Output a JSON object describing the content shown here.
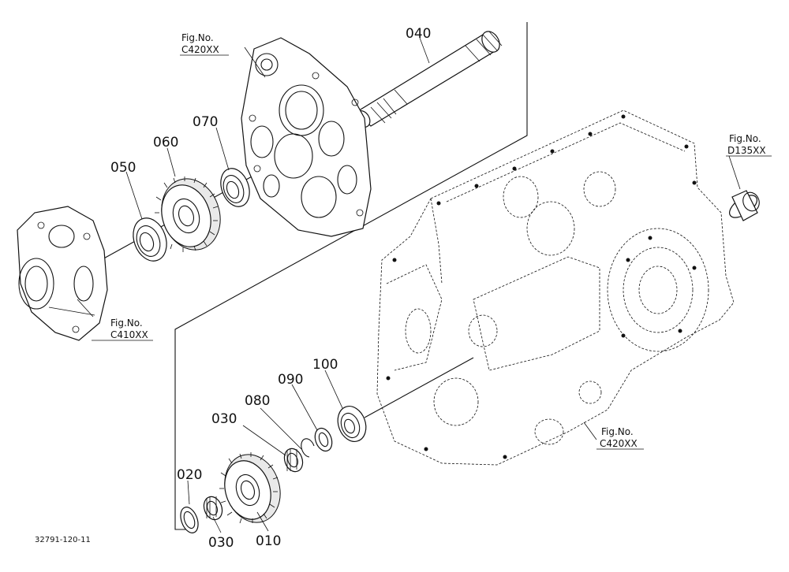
{
  "drawing_id": "32791-120-11",
  "parts": [
    {
      "id": "040",
      "label": "040"
    },
    {
      "id": "070",
      "label": "070"
    },
    {
      "id": "060",
      "label": "060"
    },
    {
      "id": "050",
      "label": "050"
    },
    {
      "id": "100",
      "label": "100"
    },
    {
      "id": "090",
      "label": "090"
    },
    {
      "id": "080",
      "label": "080"
    },
    {
      "id": "030a",
      "label": "030"
    },
    {
      "id": "020",
      "label": "020"
    },
    {
      "id": "030b",
      "label": "030"
    },
    {
      "id": "010",
      "label": "010"
    }
  ],
  "figure_refs": [
    {
      "id": "c420-top",
      "line1": "Fig.No.",
      "line2": "C420XX"
    },
    {
      "id": "c410",
      "line1": "Fig.No.",
      "line2": "C410XX"
    },
    {
      "id": "d135",
      "line1": "Fig.No.",
      "line2": "D135XX"
    },
    {
      "id": "c420-bottom",
      "line1": "Fig.No.",
      "line2": "C420XX"
    }
  ]
}
